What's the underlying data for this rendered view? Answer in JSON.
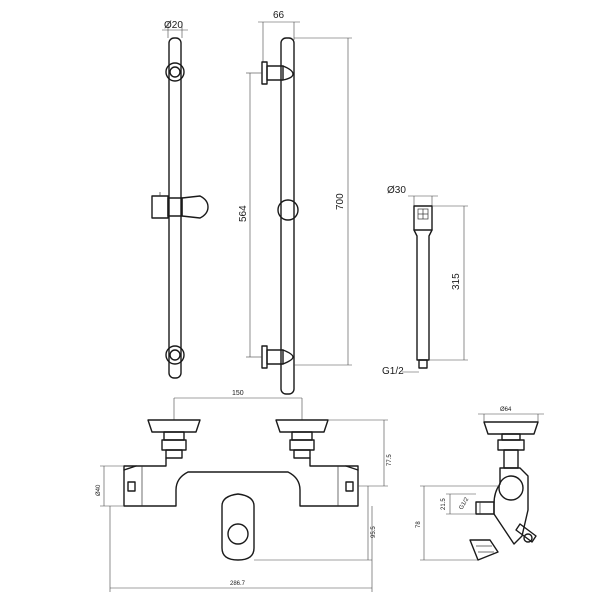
{
  "dimensions": {
    "rail_tube_diameter": "Ø20",
    "rail_offset": "66",
    "rail_bracket_spacing": "564",
    "rail_length": "700",
    "handshower_diameter": "Ø30",
    "handshower_length": "315",
    "handshower_thread": "G1/2",
    "mixer_centres": "150",
    "mixer_inlet_height": "77.5",
    "mixer_body_diameter": "Ø40",
    "mixer_outlet_height": "95.5",
    "mixer_width": "286.7",
    "side_handle_diameter": "Ø64",
    "side_outlet_thread": "G1/2",
    "side_outlet_offset": "21.5",
    "side_height": "78"
  }
}
